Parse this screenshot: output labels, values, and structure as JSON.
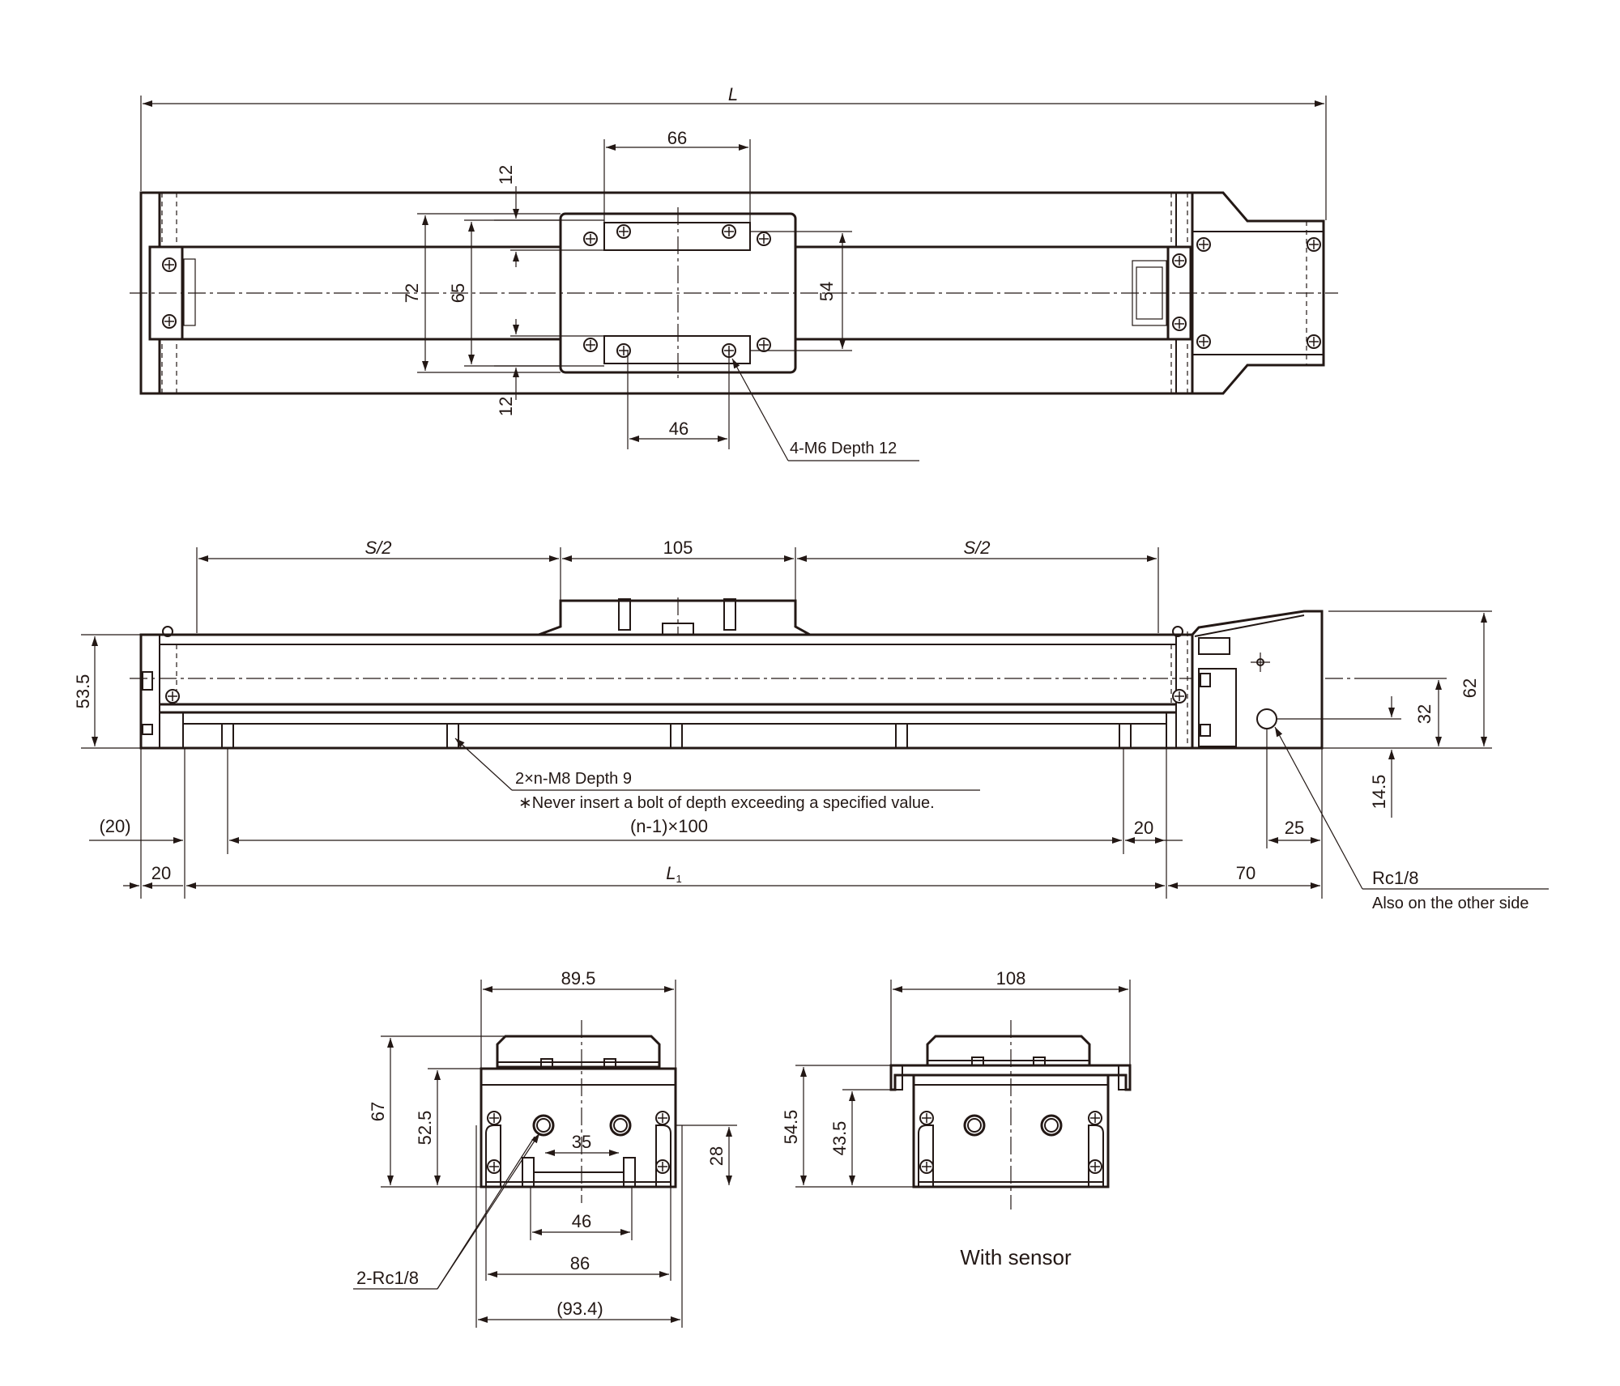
{
  "top_view": {
    "dims": {
      "L": "L",
      "d66": "66",
      "d12a": "12",
      "d12b": "12",
      "d72": "72",
      "d65": "65",
      "d54": "54",
      "d46": "46"
    },
    "callout": "4-M6 Depth 12"
  },
  "side_view": {
    "dims": {
      "s2a": "S/2",
      "d105": "105",
      "s2b": "S/2",
      "d53_5": "53.5",
      "d62": "62",
      "d32": "32",
      "d14_5": "14.5",
      "p20": "(20)",
      "n100": "(n-1)×100",
      "d20a": "20",
      "d25": "25",
      "d20b": "20",
      "L1": "L",
      "L1_sub": "1",
      "d70": "70"
    },
    "callout_thread": "2×n-M8 Depth 9",
    "callout_warning": "∗Never insert a bolt of depth exceeding a specified value.",
    "callout_port": "Rc1/8",
    "callout_port_note": "Also on the other side"
  },
  "end_view": {
    "dims": {
      "d89_5": "89.5",
      "d67": "67",
      "d52_5": "52.5",
      "d35": "35",
      "d28": "28",
      "d46": "46",
      "d86": "86",
      "d93_4": "(93.4)"
    },
    "callout": "2-Rc1/8"
  },
  "sensor_view": {
    "dims": {
      "d108": "108",
      "d54_5": "54.5",
      "d43_5": "43.5"
    },
    "caption": "With sensor"
  }
}
